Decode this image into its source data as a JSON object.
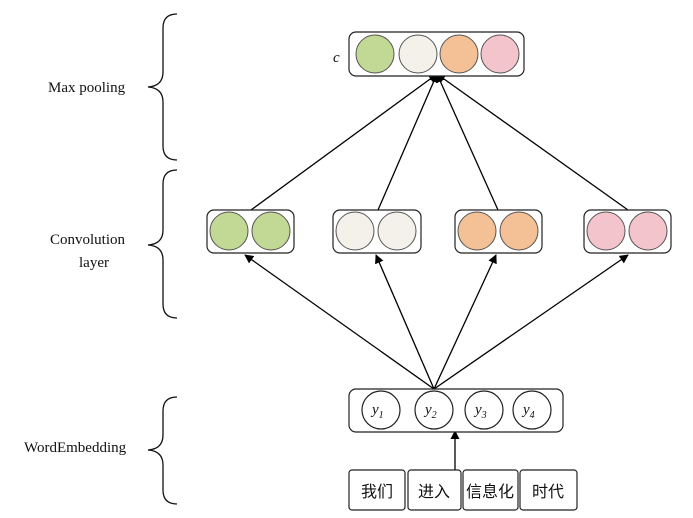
{
  "labels": {
    "max_pooling": "Max pooling",
    "convolution_1": "Convolution",
    "convolution_2": "layer",
    "word_embedding": "WordEmbedding"
  },
  "output": {
    "symbol": "c",
    "colors": [
      "#c2d995",
      "#f3f1ea",
      "#f4c196",
      "#f4c4cc"
    ]
  },
  "conv_groups": [
    {
      "color": "#c2d995"
    },
    {
      "color": "#f3f1ea"
    },
    {
      "color": "#f4c196"
    },
    {
      "color": "#f4c4cc"
    }
  ],
  "embedding": {
    "vars": [
      {
        "base": "y",
        "sub": "1"
      },
      {
        "base": "y",
        "sub": "2"
      },
      {
        "base": "y",
        "sub": "3"
      },
      {
        "base": "y",
        "sub": "4"
      }
    ]
  },
  "tokens": [
    "我们",
    "进入",
    "信息化",
    "时代"
  ]
}
